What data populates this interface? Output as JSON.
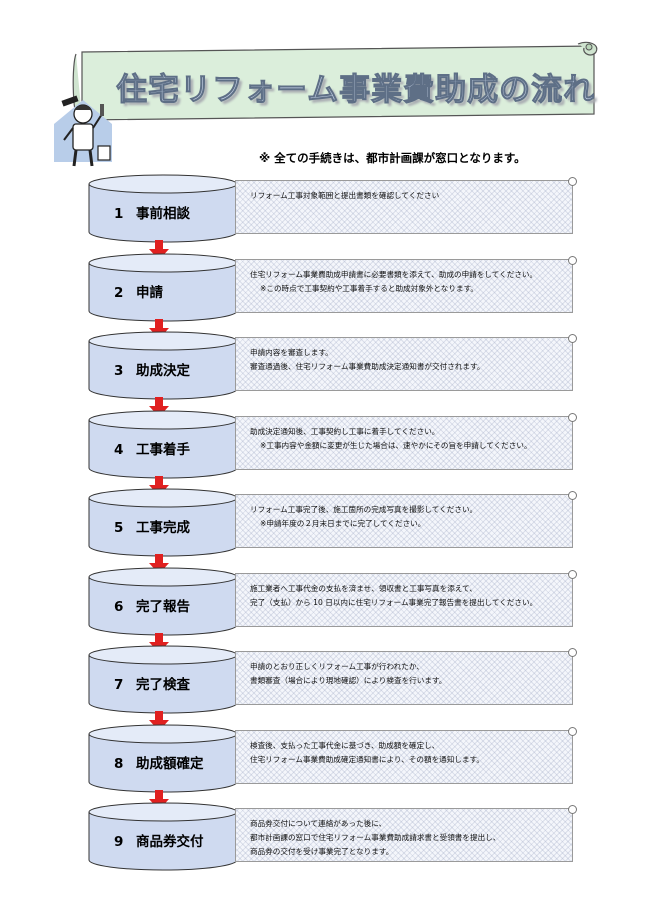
{
  "title": "住宅リフォーム事業費助成の流れ",
  "note": "※ 全ての手続きは、都市計画課が窓口となります。",
  "colors": {
    "banner_fill": "#dbeedb",
    "banner_stroke": "#555555",
    "cylinder_fill": "#cfdaf0",
    "cylinder_top": "#e4ebf8",
    "arrow": "#e02020"
  },
  "steps": [
    {
      "num": "1",
      "label": "事前相談",
      "lines": [
        "リフォーム工事対象範囲と提出書類を確認してください"
      ],
      "indent": []
    },
    {
      "num": "2",
      "label": "申請",
      "lines": [
        "住宅リフォーム事業費助成申請書に必要書類を添えて、助成の申請をしてください。",
        "※この時点で工事契約や工事着手すると助成対象外となります。"
      ],
      "indent": [
        1
      ]
    },
    {
      "num": "3",
      "label": "助成決定",
      "lines": [
        "申請内容を審査します。",
        "審査通過後、住宅リフォーム事業費助成決定通知書が交付されます。"
      ],
      "indent": []
    },
    {
      "num": "4",
      "label": "工事着手",
      "lines": [
        "助成決定通知後、工事契約し工事に着手してください。",
        "※工事内容や金額に変更が生じた場合は、速やかにその旨を申請してください。"
      ],
      "indent": [
        1
      ]
    },
    {
      "num": "5",
      "label": "工事完成",
      "lines": [
        "リフォーム工事完了後、施工箇所の完成写真を撮影してください。",
        "※申請年度の２月末日までに完了してください。"
      ],
      "indent": [
        1
      ]
    },
    {
      "num": "6",
      "label": "完了報告",
      "lines": [
        "施工業者へ工事代金の支払を済ませ、領収書と工事写真を添えて、",
        "完了（支払）から 10 日以内に住宅リフォーム事業完了報告書を提出してください。"
      ],
      "indent": []
    },
    {
      "num": "7",
      "label": "完了検査",
      "lines": [
        "申請のとおり正しくリフォーム工事が行われたか、",
        "書類審査（場合により現地確認）により検査を行います。"
      ],
      "indent": []
    },
    {
      "num": "8",
      "label": "助成額確定",
      "lines": [
        "検査後、支払った工事代金に基づき、助成額を確定し、",
        "住宅リフォーム事業費助成確定通知書により、その額を通知します。"
      ],
      "indent": []
    },
    {
      "num": "9",
      "label": "商品券交付",
      "lines": [
        "商品券交付について連絡があった後に、",
        "都市計画課の窓口で住宅リフォーム事業費助成請求書と受領書を提出し、",
        "商品券の交付を受け事業完了となります。"
      ],
      "indent": []
    }
  ]
}
